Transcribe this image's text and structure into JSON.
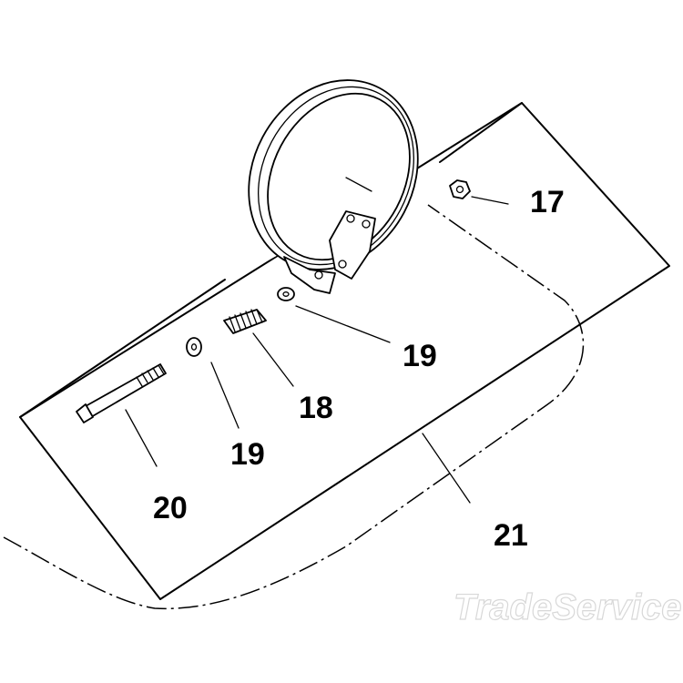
{
  "callouts": {
    "c17": "17",
    "c19a": "19",
    "c18": "18",
    "c19b": "19",
    "c20": "20",
    "c21": "21"
  },
  "watermark": "TradeService"
}
